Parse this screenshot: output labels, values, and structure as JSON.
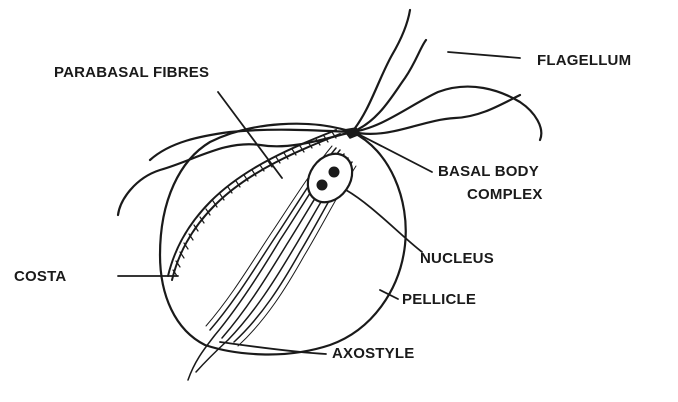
{
  "labels": {
    "flagellum": "FLAGELLUM",
    "parabasal_fibres": "PARABASAL FIBRES",
    "basal_body_line1": "BASAL BODY",
    "basal_body_line2": "COMPLEX",
    "nucleus": "NUCLEUS",
    "costa": "COSTA",
    "pellicle": "PELLICLE",
    "axostyle": "AXOSTYLE"
  },
  "colors": {
    "ink": "#1a1a1a",
    "background": "#ffffff"
  }
}
